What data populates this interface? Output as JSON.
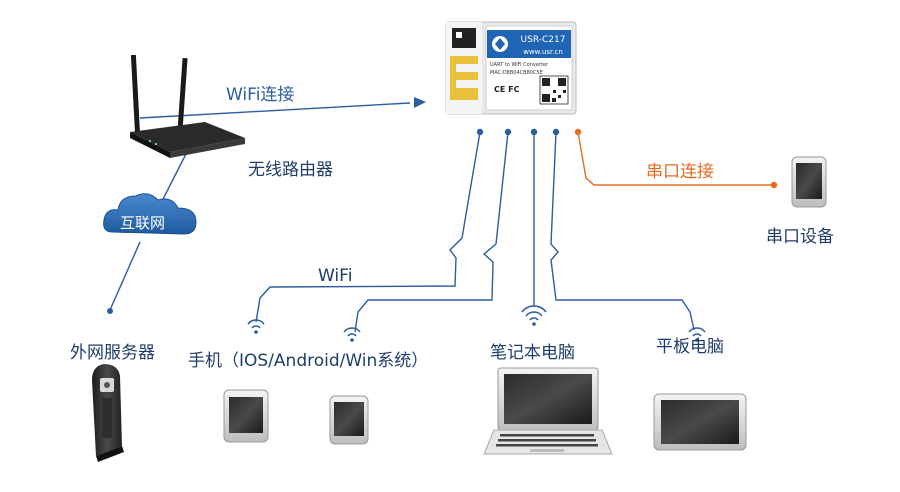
{
  "labels": {
    "wifi_connect": "WiFi连接",
    "router": "无线路由器",
    "internet": "互联网",
    "external_server": "外网服务器",
    "wifi": "WiFi",
    "phone": "手机（IOS/Android/Win系统）",
    "laptop": "笔记本电脑",
    "tablet": "平板电脑",
    "serial_connect": "串口连接",
    "serial_device": "串口设备"
  },
  "module": {
    "model": "USR-C217",
    "website": "www.usr.cn",
    "subtitle": "UART to WiFi Converter",
    "mac": "MAC:D8B04CB80C5E",
    "cert_marks": "CE FC"
  },
  "colors": {
    "blue_line": "#2a5ea0",
    "orange_line": "#e86a1f",
    "cloud": "#2f6db3",
    "module_blue": "#1f64b5"
  }
}
